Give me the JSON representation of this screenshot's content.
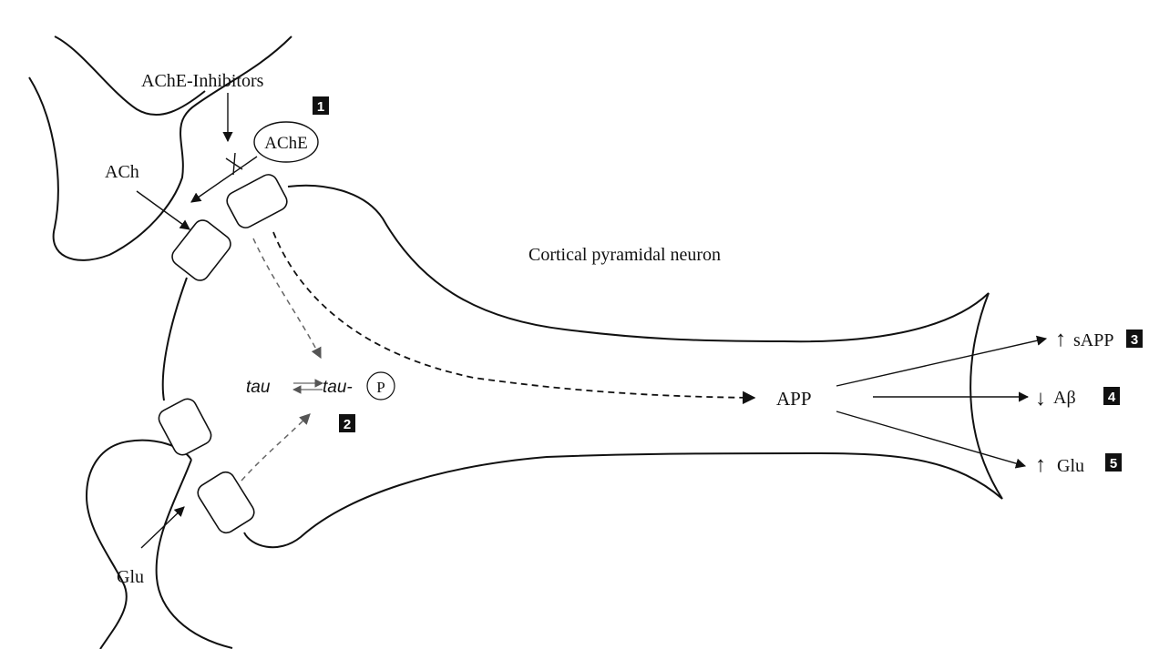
{
  "labels": {
    "ache_inhibitors": "AChE-Inhibitors",
    "ache": "AChE",
    "ach": "ACh",
    "glu_left": "Glu",
    "neuron": "Cortical pyramidal neuron",
    "tau": "tau",
    "tau_p": "tau-",
    "phospho": "P",
    "app": "APP",
    "sapp": "sAPP",
    "abeta": "Aβ",
    "glu_right": "Glu"
  },
  "arrows": {
    "up": "↑",
    "down": "↓",
    "up2": "↑"
  },
  "badges": [
    "1",
    "2",
    "3",
    "4",
    "5"
  ],
  "colors": {
    "line": "#111111",
    "badge": "#111111",
    "background": "#ffffff"
  }
}
